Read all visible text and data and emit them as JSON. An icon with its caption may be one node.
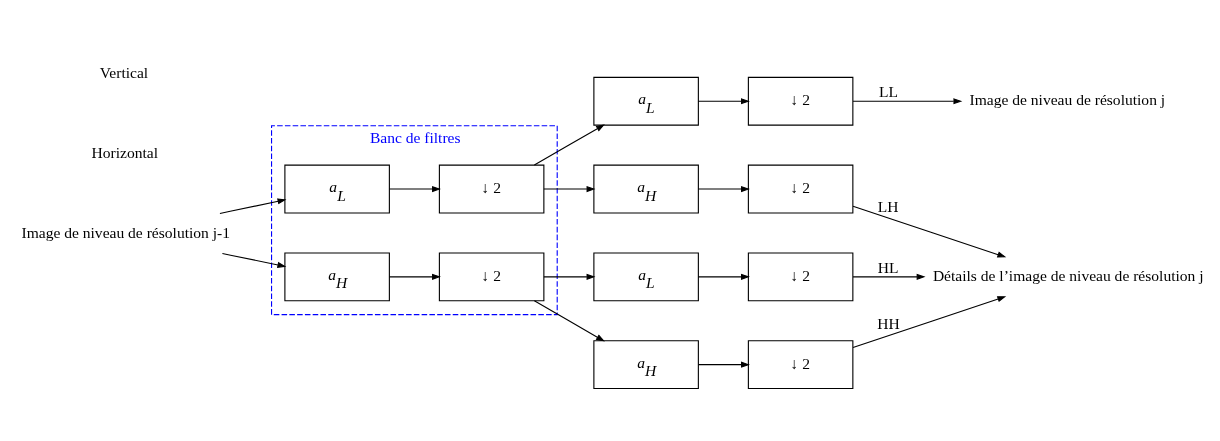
{
  "diagram": {
    "nodes": [
      {
        "text": [
          "Image de niveau de résolution j-1"
        ]
      },
      {
        "text": [
          "Banc de filtres"
        ]
      },
      {
        "text": [
          "a$_{L}$"
        ],
        "in": 1
      },
      {
        "text": [
          "↓ 2"
        ],
        "in": 1
      },
      {
        "text": [
          "a$_{H}$"
        ],
        "in": 1
      },
      {
        "text": [
          "↓ 2"
        ],
        "in": 1
      },
      {
        "text": [
          "a$_{L}$"
        ]
      },
      {
        "text": [
          "↓ 2"
        ]
      },
      {
        "text": [
          "a$_{H}$"
        ]
      },
      {
        "text": [
          "↓ 2"
        ]
      },
      {
        "text": [
          "a$_{L}$"
        ]
      },
      {
        "text": [
          "↓ 2"
        ]
      },
      {
        "text": [
          "a$_{H}$"
        ]
      },
      {
        "text": [
          "↓ 2"
        ]
      },
      {
        "text": [
          "Image de niveau de résolution j"
        ]
      },
      {
        "text": [
          "Détails de l’image de niveau de résolution j"
        ]
      }
    ],
    "edges": [
      {
        "from": 0,
        "to": 2,
        "arrow": "to"
      },
      {
        "from": 0,
        "to": 4,
        "arrow": "to"
      },
      {
        "from": 2,
        "to": 3,
        "arrow": "to"
      },
      {
        "from": 4,
        "to": 5,
        "arrow": "to"
      },
      {
        "from": 3,
        "to": 6,
        "arrow": "to"
      },
      {
        "from": 3,
        "to": 8,
        "arrow": "to"
      },
      {
        "from": 5,
        "to": 10,
        "arrow": "to"
      },
      {
        "from": 5,
        "to": 12,
        "arrow": "to"
      },
      {
        "from": 6,
        "to": 7,
        "arrow": "to"
      },
      {
        "from": 8,
        "to": 9,
        "arrow": "to"
      },
      {
        "from": 10,
        "to": 11,
        "arrow": "to"
      },
      {
        "from": 12,
        "to": 13,
        "arrow": "to"
      },
      {
        "from": 7,
        "to": 14,
        "arrow": "to",
        "label": "LL"
      },
      {
        "from": 9,
        "to": 15,
        "arrow": "to",
        "label": "LH"
      },
      {
        "from": 11,
        "to": 15,
        "arrow": "to",
        "label": "HL"
      },
      {
        "from": 13,
        "to": 15,
        "arrow": "to",
        "label": "HH"
      }
    ],
    "labels": [
      "Horizontal",
      "Vertical"
    ]
  }
}
